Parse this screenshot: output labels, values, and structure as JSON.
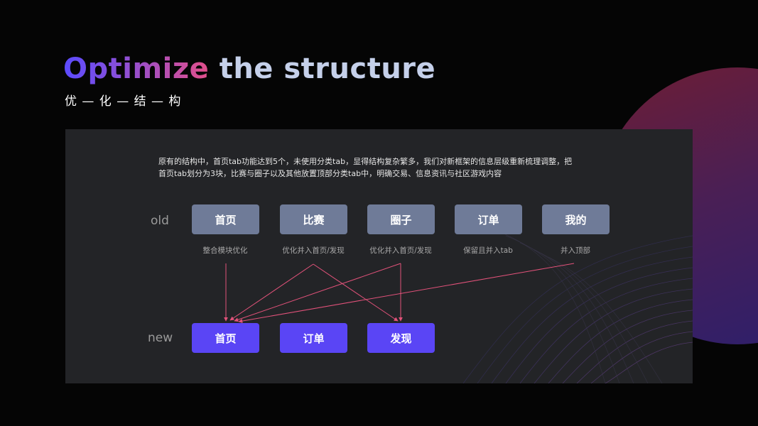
{
  "header": {
    "title_accent": "Optimize",
    "title_rest": " the structure",
    "subtitle": "优 — 化 — 结 — 构"
  },
  "panel": {
    "description": "原有的结构中，首页tab功能达到5个，未使用分类tab，显得结构复杂繁多，我们对新框架的信息层级重新梳理调整，把\n首页tab划分为3块，比赛与圈子以及其他放置顶部分类tab中，明确交易、信息资讯与社区游戏内容",
    "old_label": "old",
    "new_label": "new",
    "old_tabs": [
      {
        "label": "首页",
        "note": "整合模块优化"
      },
      {
        "label": "比赛",
        "note": "优化并入首页/发现"
      },
      {
        "label": "圈子",
        "note": "优化并入首页/发现"
      },
      {
        "label": "订单",
        "note": "保留且并入tab"
      },
      {
        "label": "我的",
        "note": "并入顶部"
      }
    ],
    "new_tabs": [
      {
        "label": "首页"
      },
      {
        "label": "订单"
      },
      {
        "label": "发现"
      }
    ],
    "mappings": [
      {
        "from": "首页",
        "to": "首页"
      },
      {
        "from": "比赛",
        "to": "首页"
      },
      {
        "from": "比赛",
        "to": "发现"
      },
      {
        "from": "圈子",
        "to": "首页"
      },
      {
        "from": "圈子",
        "to": "发现"
      },
      {
        "from": "我的",
        "to": "首页"
      }
    ]
  },
  "colors": {
    "old_box": "#6f7b98",
    "new_box": "#5a45f5",
    "arrow": "#e2527a",
    "panel_bg": "#232427"
  }
}
